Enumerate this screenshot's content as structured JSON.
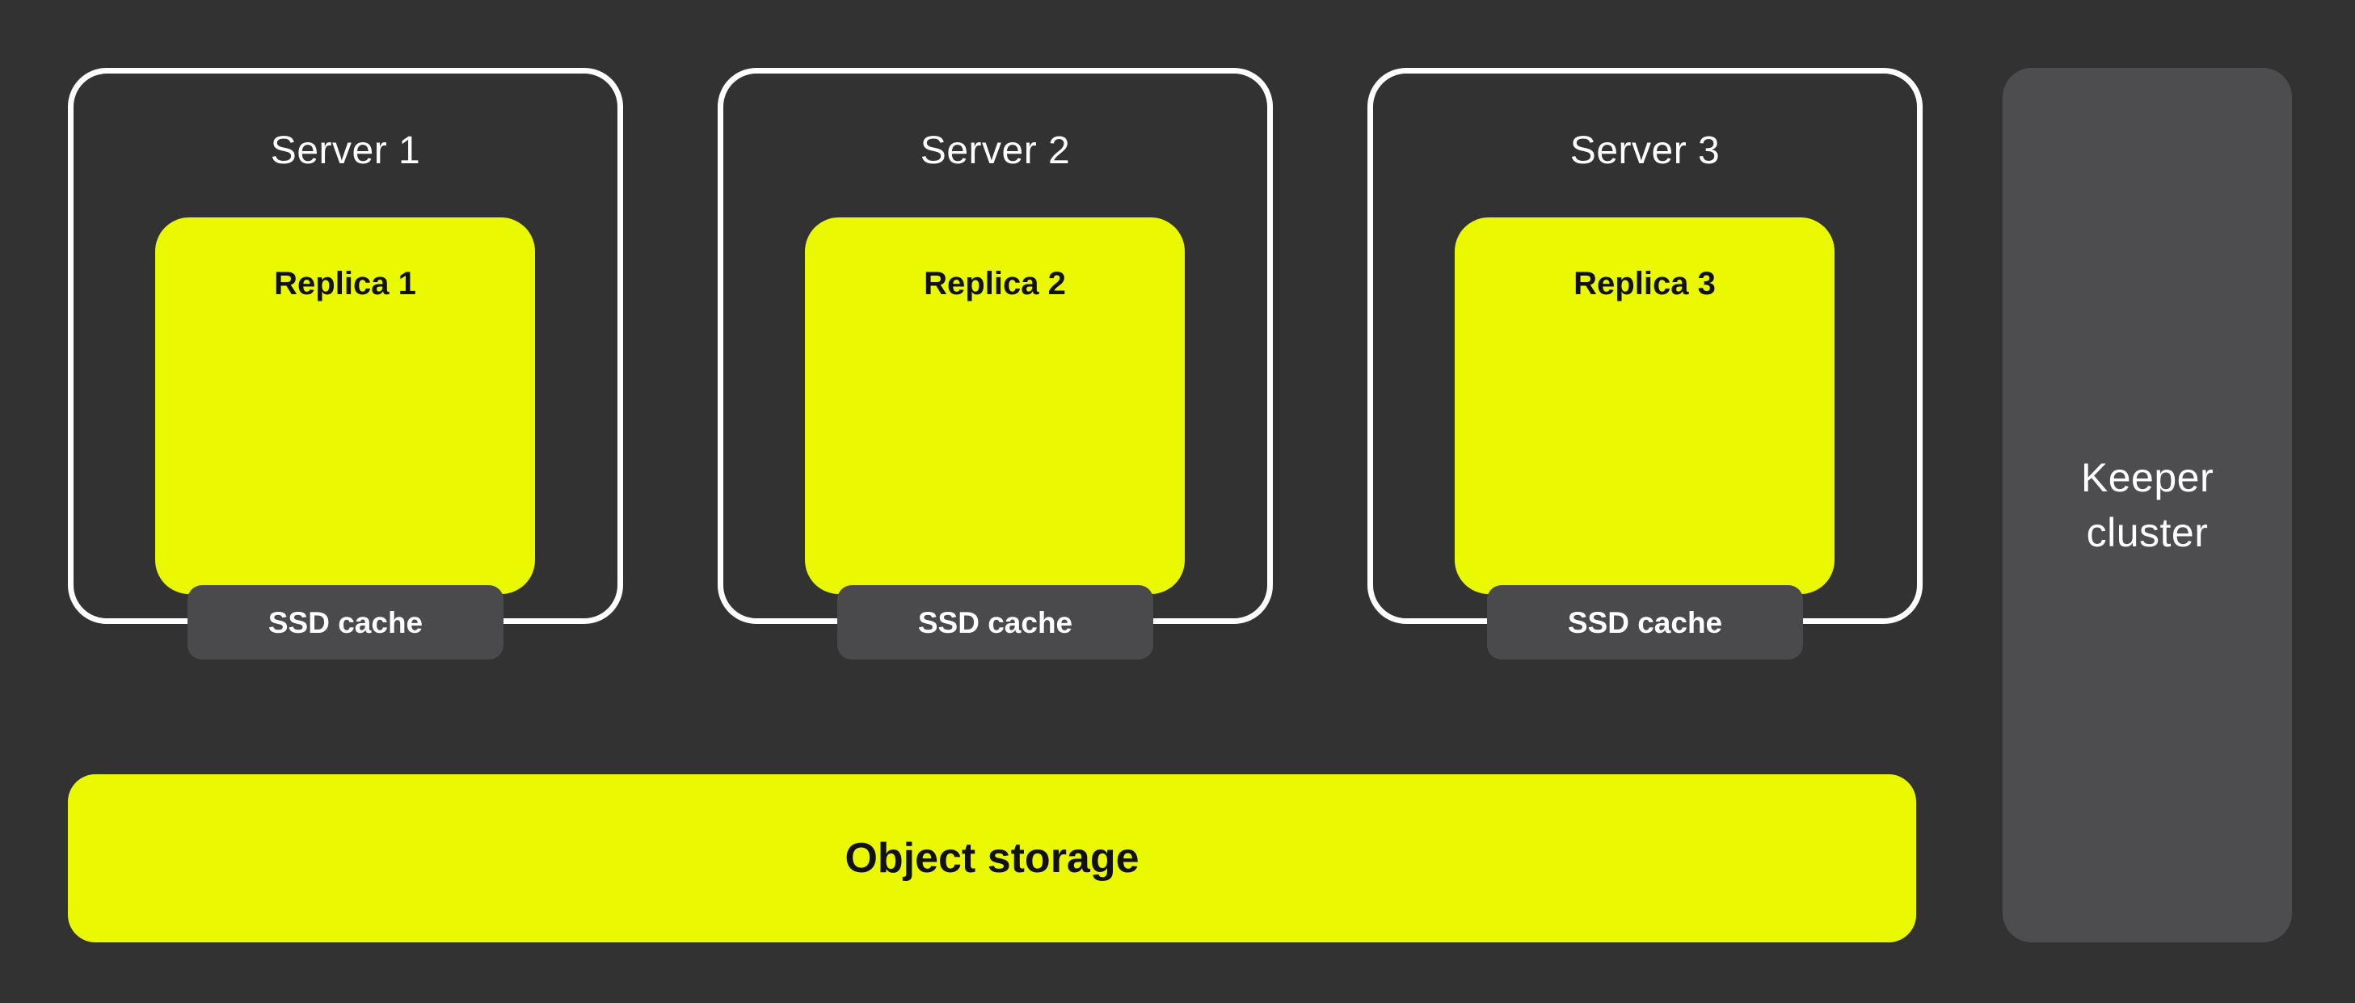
{
  "diagram": {
    "servers": [
      {
        "title": "Server 1",
        "replica_label": "Replica 1",
        "cache_label": "SSD cache"
      },
      {
        "title": "Server 2",
        "replica_label": "Replica 2",
        "cache_label": "SSD cache"
      },
      {
        "title": "Server 3",
        "replica_label": "Replica 3",
        "cache_label": "SSD cache"
      }
    ],
    "keeper": {
      "label": "Keeper\ncluster"
    },
    "object_storage": {
      "label": "Object storage"
    },
    "colors": {
      "background": "#323232",
      "accent_yellow": "#EAF900",
      "server_border": "#FFFFFF",
      "ssd_cache_fill": "#4A4A4D",
      "keeper_fill": "#4D4D50",
      "text_on_dark": "#FFFFFF",
      "text_on_yellow": "#111111"
    }
  }
}
